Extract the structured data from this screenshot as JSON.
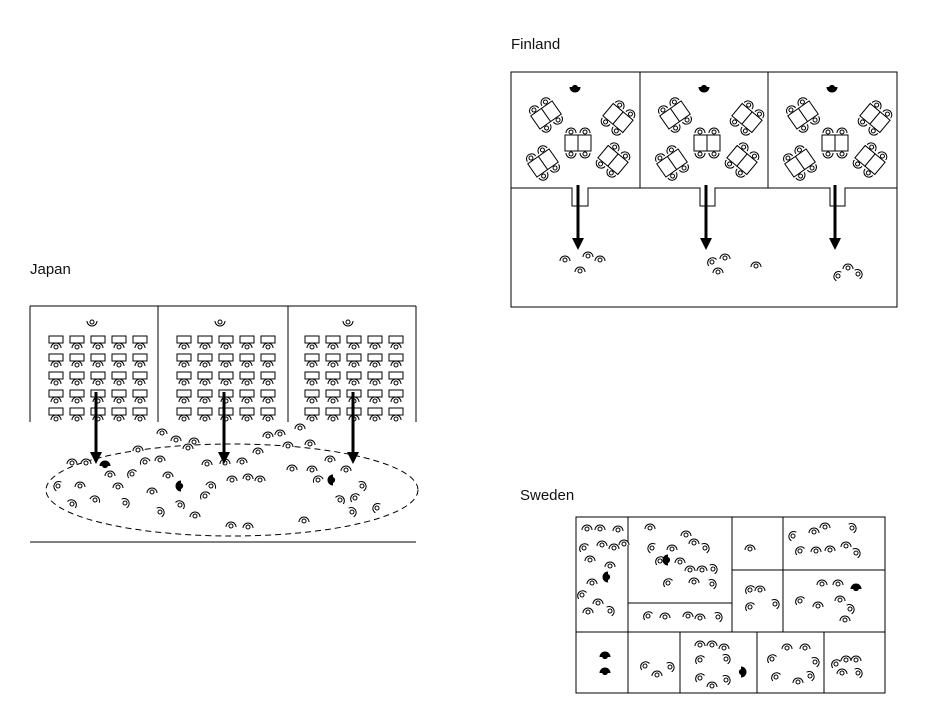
{
  "labels": {
    "japan": "Japan",
    "finland": "Finland",
    "sweden": "Sweden"
  },
  "colors": {
    "ink": "#000000",
    "paper": "#ffffff"
  },
  "icons": [
    "student-icon",
    "teacher-icon",
    "desk-icon",
    "group-table-icon",
    "arrow-icon"
  ]
}
